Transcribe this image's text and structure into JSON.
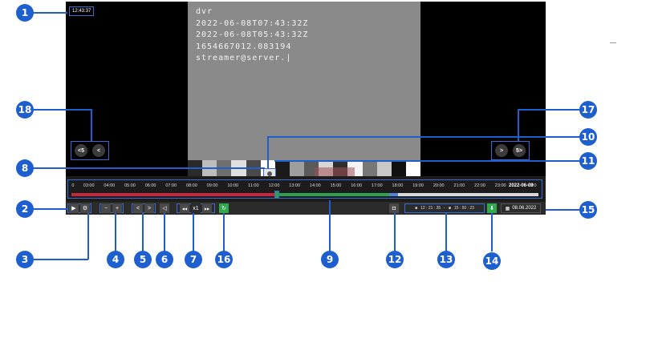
{
  "player": {
    "clock": "12:43:37",
    "osd_lines": [
      "dvr",
      "2022-06-08T07:43:32Z",
      "2022-06-08T05:43:32Z",
      "1654667012.083194",
      "streamer@server.|"
    ],
    "bar_colors": [
      "#2a2a2a",
      "#bdbdbd",
      "#6e6e6e",
      "#e0e0e0",
      "#4a4a4a",
      "#ffffff",
      "#1a1a1a",
      "#9e9e9e",
      "#5a5a5a",
      "#d6d6d6",
      "#2e2e2e",
      "#f4f4f4",
      "#777777",
      "#c8c8c8",
      "#101010",
      "#ffffff"
    ],
    "left_nav": {
      "fast_back": "<5",
      "back": "<"
    },
    "right_nav": {
      "forward": ">",
      "fast_forward": "5>"
    }
  },
  "timeline": {
    "ticks": [
      "0",
      "03:00",
      "04:00",
      "05:00",
      "06:00",
      "07:00",
      "08:00",
      "09:00",
      "10:00",
      "11:00",
      "12:00",
      "13:00",
      "14:00",
      "15:00",
      "16:00",
      "17:00",
      "18:00",
      "19:00",
      "20:00",
      "21:00",
      "22:00",
      "23:00",
      "2022-06-09",
      "02:0"
    ],
    "date_tick_index": 22,
    "segments": [
      {
        "from": 0.0,
        "to": 0.44,
        "color": "#c8263a"
      },
      {
        "from": 0.44,
        "to": 0.68,
        "color": "#2f9e4d"
      },
      {
        "from": 0.68,
        "to": 0.7,
        "color": "#5a7fd6"
      },
      {
        "from": 0.7,
        "to": 1.0,
        "color": "#d9d9d9"
      }
    ],
    "playhead": 0.44
  },
  "controls": {
    "play": "▶",
    "settings": "⚙",
    "zoom_out": "−",
    "zoom_in": "+",
    "prev": "<",
    "next": ">",
    "mute": "◁",
    "slower": "◀◀",
    "speed": "x1",
    "faster": "▶▶",
    "refresh": "↻",
    "screenshot": "◘",
    "range_start": "12 : 21 : 35",
    "range_sep": "-",
    "range_end": "15 : 50 : 23",
    "download": "⬇",
    "date": "08.06.2022"
  },
  "callouts": [
    "1",
    "2",
    "3",
    "4",
    "5",
    "6",
    "7",
    "8",
    "9",
    "10",
    "11",
    "12",
    "13",
    "14",
    "15",
    "16",
    "17",
    "18"
  ],
  "colors": {
    "callout": "#1e5fd0",
    "outline": "#3a6bd1"
  }
}
